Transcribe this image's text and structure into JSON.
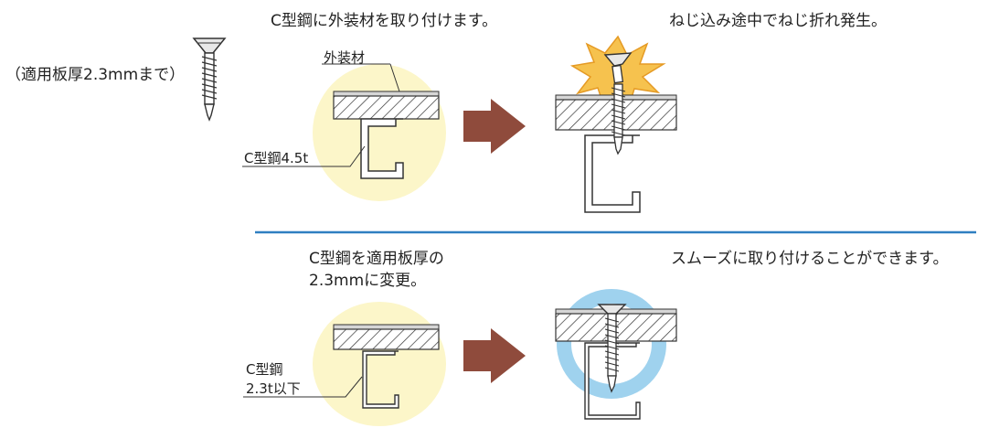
{
  "screw_note": "（適用板厚2.3mmまで）",
  "top": {
    "caption_left": "C型鋼に外装材を取り付けます。",
    "caption_right": "ねじ込み途中でねじ折れ発生。",
    "label_cladding": "外装材",
    "label_channel": "C型鋼4.5t"
  },
  "bottom": {
    "caption_left_line1": "C型鋼を適用板厚の",
    "caption_left_line2": "2.3mmに変更。",
    "caption_right": "スムーズに取り付けることができます。",
    "label_channel_line1": "C型鋼",
    "label_channel_line2": "2.3t以下"
  },
  "colors": {
    "highlight_yellow": "#fcf6c9",
    "burst_orange": "#f6c24e",
    "ring_blue": "#9fd2ee",
    "arrow_brown": "#8f4b3c",
    "divider_blue": "#2f7fc1"
  }
}
